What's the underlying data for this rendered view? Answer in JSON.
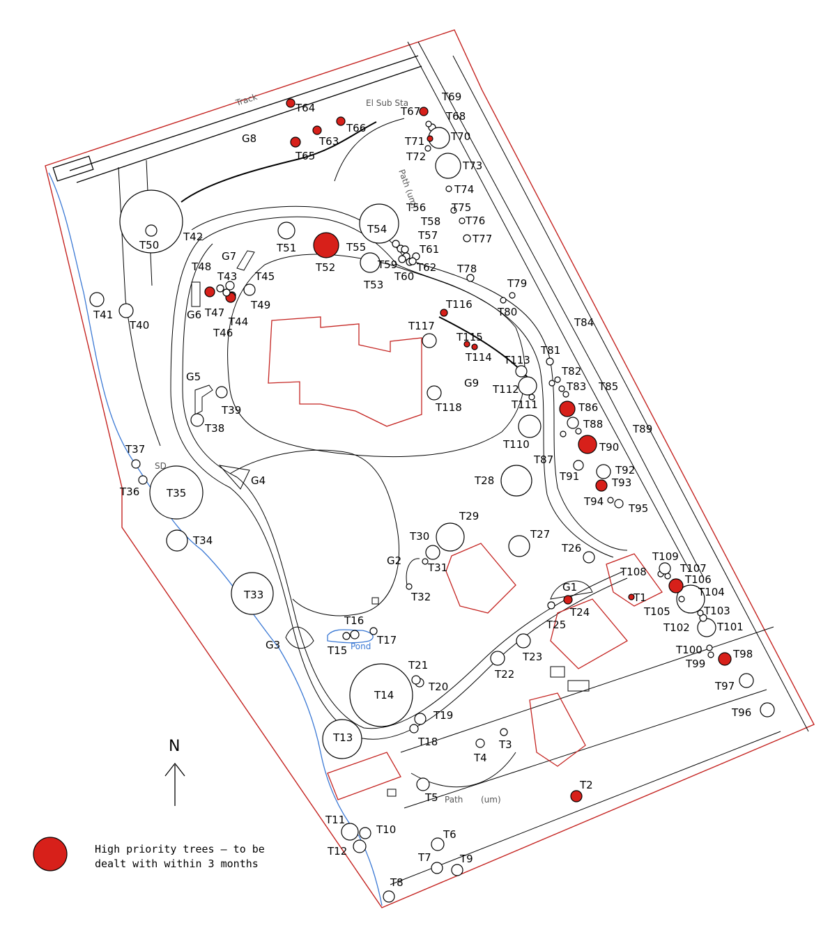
{
  "map": {
    "north_label": "N",
    "legend": {
      "line1": "High priority trees — to be",
      "line2": "dealt with within 3 months",
      "color": "#d7201a"
    },
    "text_labels": {
      "track": "Track",
      "el_sub_sta": "El Sub Sta",
      "path_top": "Path (um)",
      "path_bottom": "Path",
      "path_bottom_um": "(um)",
      "pond": "Pond",
      "sd": "SD"
    },
    "groups": [
      "G1",
      "G2",
      "G3",
      "G4",
      "G5",
      "G6",
      "G7",
      "G8",
      "G9"
    ],
    "trees": [
      {
        "id": "T1",
        "priority": true
      },
      {
        "id": "T2",
        "priority": true
      },
      {
        "id": "T3",
        "priority": false
      },
      {
        "id": "T4",
        "priority": false
      },
      {
        "id": "T5",
        "priority": false
      },
      {
        "id": "T6",
        "priority": false
      },
      {
        "id": "T7",
        "priority": false
      },
      {
        "id": "T8",
        "priority": false
      },
      {
        "id": "T9",
        "priority": false
      },
      {
        "id": "T10",
        "priority": false
      },
      {
        "id": "T11",
        "priority": false
      },
      {
        "id": "T12",
        "priority": false
      },
      {
        "id": "T13",
        "priority": false
      },
      {
        "id": "T14",
        "priority": false
      },
      {
        "id": "T15",
        "priority": false
      },
      {
        "id": "T16",
        "priority": false
      },
      {
        "id": "T17",
        "priority": false
      },
      {
        "id": "T18",
        "priority": false
      },
      {
        "id": "T19",
        "priority": false
      },
      {
        "id": "T20",
        "priority": false
      },
      {
        "id": "T21",
        "priority": false
      },
      {
        "id": "T22",
        "priority": false
      },
      {
        "id": "T23",
        "priority": false
      },
      {
        "id": "T24",
        "priority": true
      },
      {
        "id": "T25",
        "priority": false
      },
      {
        "id": "T26",
        "priority": false
      },
      {
        "id": "T27",
        "priority": false
      },
      {
        "id": "T28",
        "priority": false
      },
      {
        "id": "T29",
        "priority": false
      },
      {
        "id": "T30",
        "priority": false
      },
      {
        "id": "T31",
        "priority": false
      },
      {
        "id": "T32",
        "priority": false
      },
      {
        "id": "T33",
        "priority": false
      },
      {
        "id": "T34",
        "priority": false
      },
      {
        "id": "T35",
        "priority": false
      },
      {
        "id": "T36",
        "priority": false
      },
      {
        "id": "T37",
        "priority": false
      },
      {
        "id": "T38",
        "priority": false
      },
      {
        "id": "T39",
        "priority": false
      },
      {
        "id": "T40",
        "priority": false
      },
      {
        "id": "T41",
        "priority": false
      },
      {
        "id": "T42",
        "priority": false
      },
      {
        "id": "T43",
        "priority": false
      },
      {
        "id": "T44",
        "priority": false
      },
      {
        "id": "T45",
        "priority": false
      },
      {
        "id": "T46",
        "priority": true
      },
      {
        "id": "T47",
        "priority": false
      },
      {
        "id": "T48",
        "priority": true
      },
      {
        "id": "T49",
        "priority": false
      },
      {
        "id": "T50",
        "priority": false
      },
      {
        "id": "T51",
        "priority": false
      },
      {
        "id": "T52",
        "priority": true
      },
      {
        "id": "T53",
        "priority": false
      },
      {
        "id": "T54",
        "priority": false
      },
      {
        "id": "T55",
        "priority": false
      },
      {
        "id": "T56",
        "priority": false
      },
      {
        "id": "T57",
        "priority": false
      },
      {
        "id": "T58",
        "priority": false
      },
      {
        "id": "T59",
        "priority": false
      },
      {
        "id": "T60",
        "priority": false
      },
      {
        "id": "T61",
        "priority": false
      },
      {
        "id": "T62",
        "priority": false
      },
      {
        "id": "T63",
        "priority": true
      },
      {
        "id": "T64",
        "priority": true
      },
      {
        "id": "T65",
        "priority": true
      },
      {
        "id": "T66",
        "priority": true
      },
      {
        "id": "T67",
        "priority": true
      },
      {
        "id": "T68",
        "priority": false
      },
      {
        "id": "T69",
        "priority": false
      },
      {
        "id": "T70",
        "priority": false
      },
      {
        "id": "T71",
        "priority": true
      },
      {
        "id": "T72",
        "priority": false
      },
      {
        "id": "T73",
        "priority": false
      },
      {
        "id": "T74",
        "priority": false
      },
      {
        "id": "T75",
        "priority": false
      },
      {
        "id": "T76",
        "priority": false
      },
      {
        "id": "T77",
        "priority": false
      },
      {
        "id": "T78",
        "priority": false
      },
      {
        "id": "T79",
        "priority": false
      },
      {
        "id": "T80",
        "priority": false
      },
      {
        "id": "T81",
        "priority": false
      },
      {
        "id": "T82",
        "priority": false
      },
      {
        "id": "T83",
        "priority": false
      },
      {
        "id": "T84",
        "priority": false
      },
      {
        "id": "T85",
        "priority": false
      },
      {
        "id": "T86",
        "priority": true
      },
      {
        "id": "T87",
        "priority": false
      },
      {
        "id": "T88",
        "priority": false
      },
      {
        "id": "T89",
        "priority": false
      },
      {
        "id": "T90",
        "priority": true
      },
      {
        "id": "T91",
        "priority": false
      },
      {
        "id": "T92",
        "priority": false
      },
      {
        "id": "T93",
        "priority": true
      },
      {
        "id": "T94",
        "priority": false
      },
      {
        "id": "T95",
        "priority": false
      },
      {
        "id": "T96",
        "priority": false
      },
      {
        "id": "T97",
        "priority": false
      },
      {
        "id": "T98",
        "priority": true
      },
      {
        "id": "T99",
        "priority": false
      },
      {
        "id": "T100",
        "priority": false
      },
      {
        "id": "T101",
        "priority": false
      },
      {
        "id": "T102",
        "priority": false
      },
      {
        "id": "T103",
        "priority": false
      },
      {
        "id": "T104",
        "priority": false
      },
      {
        "id": "T105",
        "priority": false
      },
      {
        "id": "T106",
        "priority": true
      },
      {
        "id": "T107",
        "priority": false
      },
      {
        "id": "T108",
        "priority": false
      },
      {
        "id": "T109",
        "priority": false
      },
      {
        "id": "T110",
        "priority": false
      },
      {
        "id": "T111",
        "priority": false
      },
      {
        "id": "T112",
        "priority": false
      },
      {
        "id": "T113",
        "priority": false
      },
      {
        "id": "T114",
        "priority": true
      },
      {
        "id": "T115",
        "priority": true
      },
      {
        "id": "T116",
        "priority": true
      },
      {
        "id": "T117",
        "priority": false
      },
      {
        "id": "T118",
        "priority": false
      }
    ]
  }
}
